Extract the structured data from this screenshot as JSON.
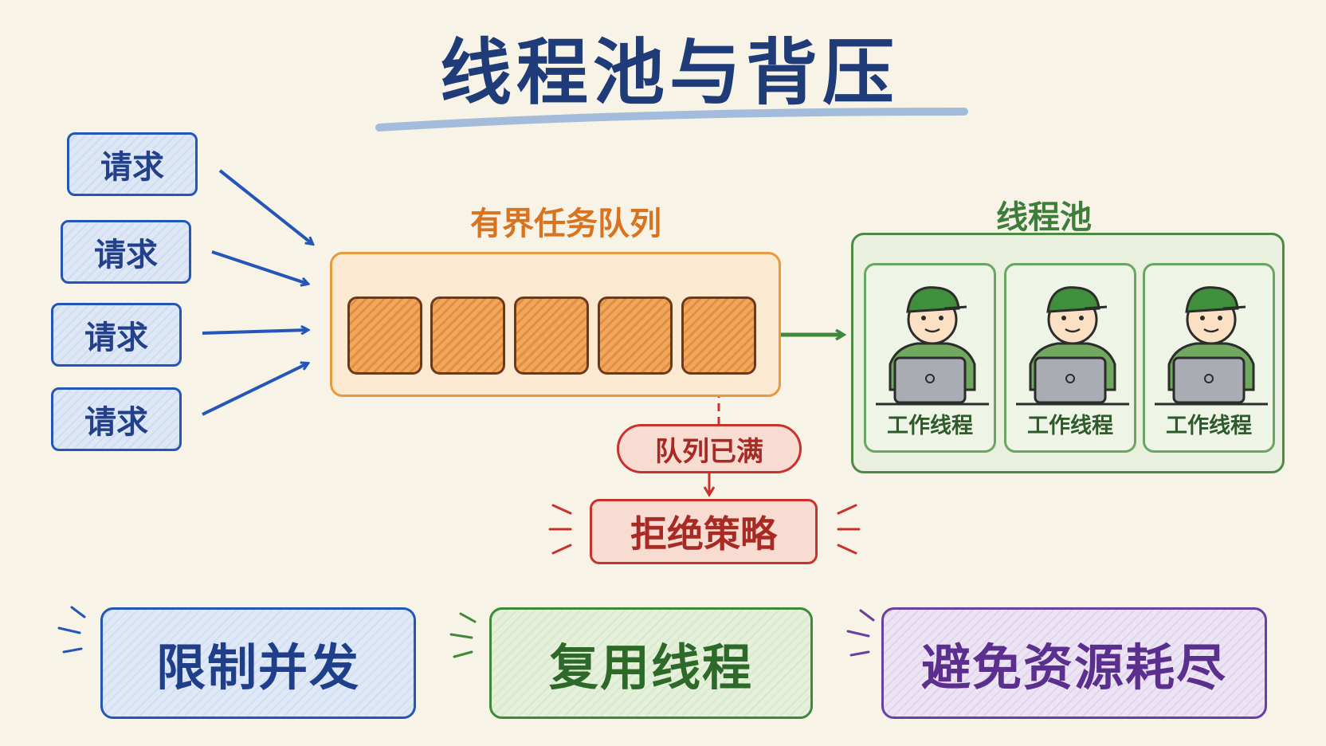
{
  "title": "线程池与背压",
  "requests": [
    {
      "label": "请求"
    },
    {
      "label": "请求"
    },
    {
      "label": "请求"
    },
    {
      "label": "请求"
    }
  ],
  "queue": {
    "label": "有界任务队列",
    "slot_count": 5,
    "full_label": "队列已满",
    "reject_label": "拒绝策略"
  },
  "pool": {
    "label": "线程池",
    "workers": [
      {
        "label": "工作线程"
      },
      {
        "label": "工作线程"
      },
      {
        "label": "工作线程"
      }
    ]
  },
  "benefits": [
    {
      "label": "限制并发",
      "color": "#2456b8"
    },
    {
      "label": "复用线程",
      "color": "#3e8a3a"
    },
    {
      "label": "避免资源耗尽",
      "color": "#6b3fa0"
    }
  ],
  "colors": {
    "background": "#f7f3e7",
    "title": "#1f3c78",
    "request": "#2456b8",
    "queue": "#e89a3c",
    "pool": "#4c8a46",
    "alert": "#c8322d"
  }
}
